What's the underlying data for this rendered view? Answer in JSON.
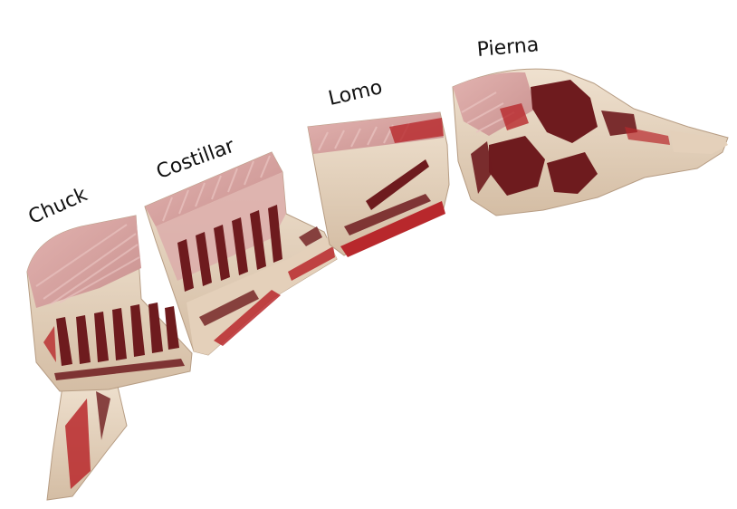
{
  "labels": {
    "chuck": "Chuck",
    "costillar": "Costillar",
    "lomo": "Lomo",
    "pierna": "Pierna"
  },
  "colors": {
    "fat": "#e8d6c2",
    "fat_shadow": "#cbb39b",
    "meat_dark": "#6e1b1e",
    "meat_red": "#b8282c",
    "bone_pink": "#d9a6a3",
    "bone_pink_dark": "#c38c8a"
  }
}
